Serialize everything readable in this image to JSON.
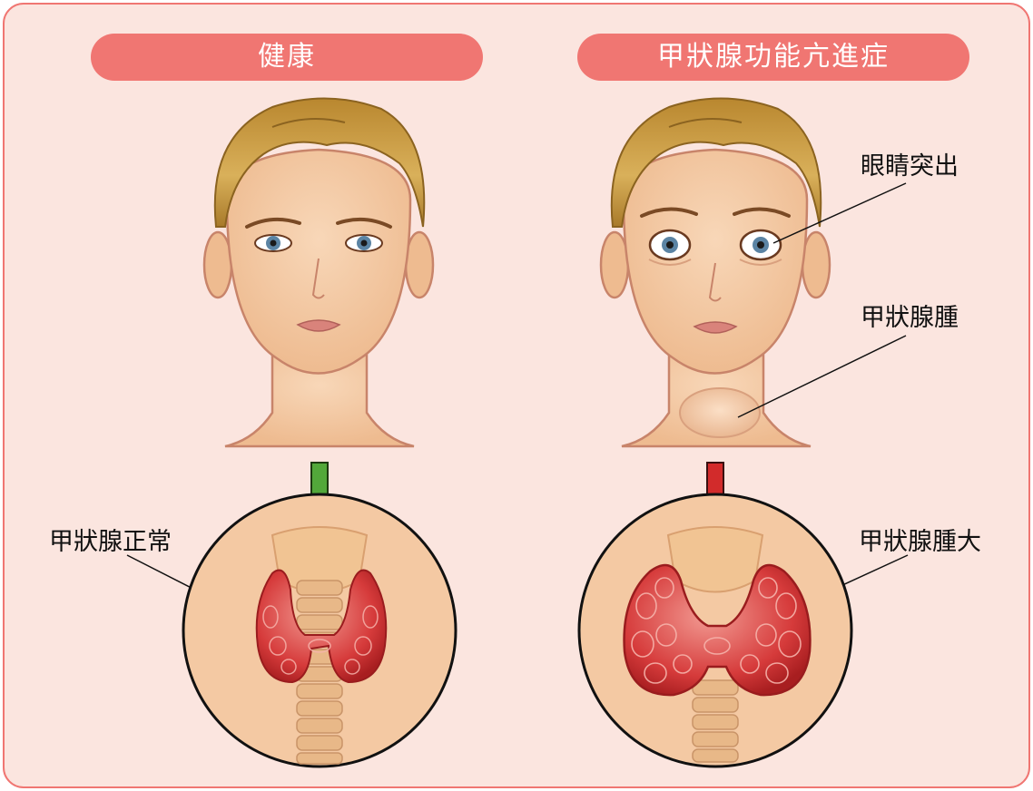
{
  "panels": {
    "healthy": {
      "title": "健康",
      "arrow_color": "#52a83a",
      "labels": {
        "thyroid": "甲狀腺正常"
      }
    },
    "hyperthyroidism": {
      "title": "甲狀腺功能亢進症",
      "arrow_color": "#d22b2b",
      "labels": {
        "eyes": "眼睛突出",
        "neck": "甲狀腺腫",
        "thyroid": "甲狀腺腫大"
      }
    }
  },
  "colors": {
    "background": "#fbe5df",
    "border": "#f07672",
    "title_pill": "#f07672",
    "skin": "#f4c9a3",
    "skin_outline": "#c8846a",
    "hair": "#caa04a",
    "hair_dark": "#9b6f23",
    "iris": "#5b84a4",
    "lips": "#d9837b",
    "thyroid": "#d8383a",
    "thyroid_light": "#f08d85",
    "trachea": "#e8b888",
    "circle_fill": "#f4c9a3"
  }
}
